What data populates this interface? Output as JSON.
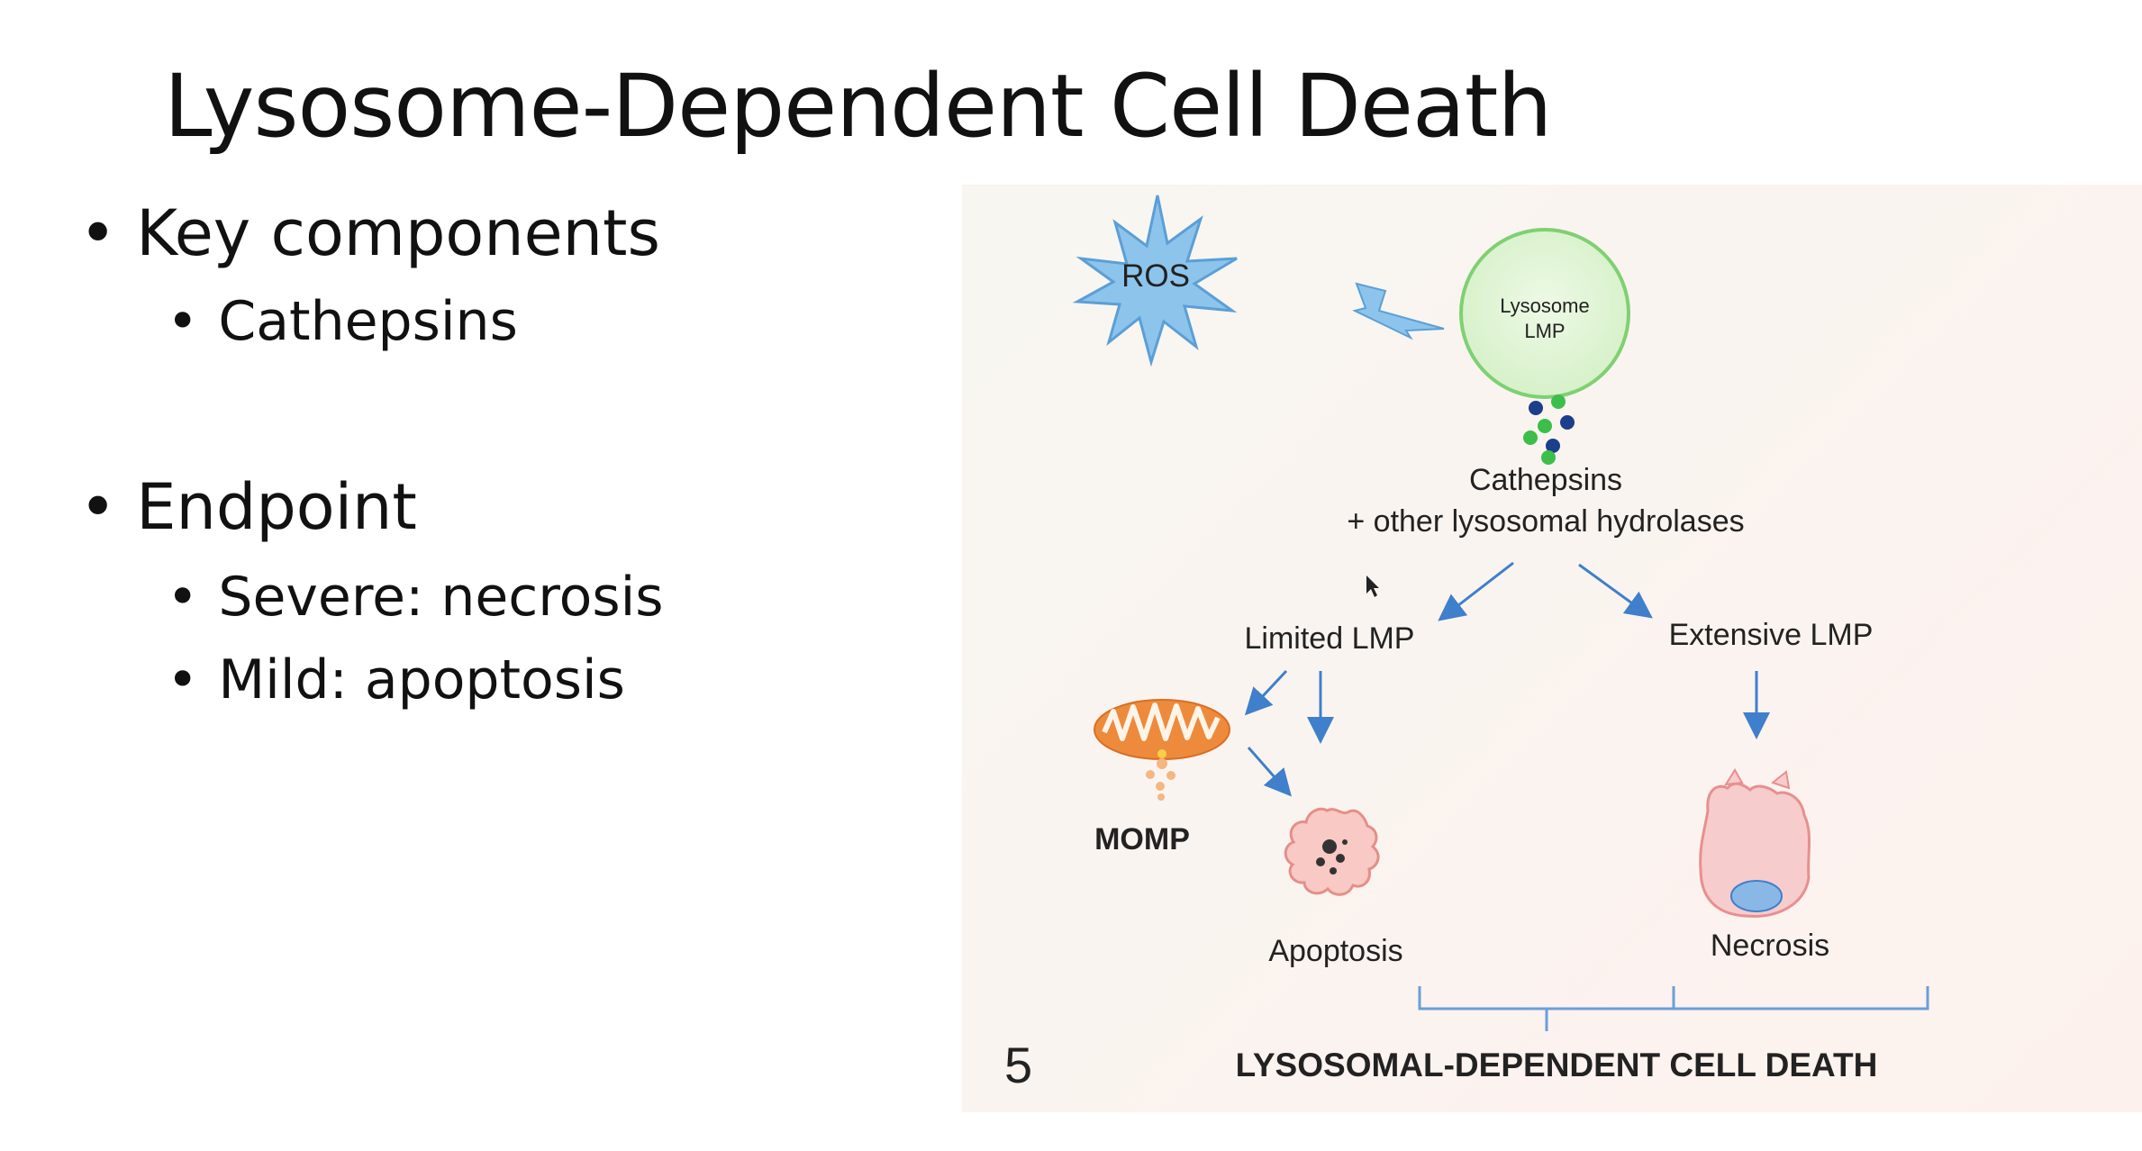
{
  "slide": {
    "title": "Lysosome-Dependent Cell Death",
    "bullets": {
      "key_components": "Key components",
      "cathepsins": "Cathepsins",
      "endpoint": "Endpoint",
      "severe": "Severe: necrosis",
      "mild": "Mild: apoptosis"
    }
  },
  "diagram": {
    "ros": "ROS",
    "lysosome_line1": "Lysosome",
    "lysosome_line2": "LMP",
    "cathepsins": "Cathepsins",
    "hydrolases": "+ other lysosomal hydrolases",
    "limited_lmp": "Limited LMP",
    "extensive_lmp": "Extensive LMP",
    "momp": "MOMP",
    "apoptosis": "Apoptosis",
    "necrosis": "Necrosis",
    "figure_number": "5",
    "footer": "LYSOSOMAL-DEPENDENT CELL DEATH",
    "colors": {
      "ros_fill": "#8cc4ec",
      "lysosome_fill": "#d9f3cf",
      "lysosome_stroke": "#7fd072",
      "arrow": "#3f7fcc",
      "mitochondria": "#ee8a3c",
      "apoptotic_cell": "#f8c9c5",
      "necrotic_cell": "#f7cccc",
      "nucleus": "#89b8e6"
    }
  }
}
